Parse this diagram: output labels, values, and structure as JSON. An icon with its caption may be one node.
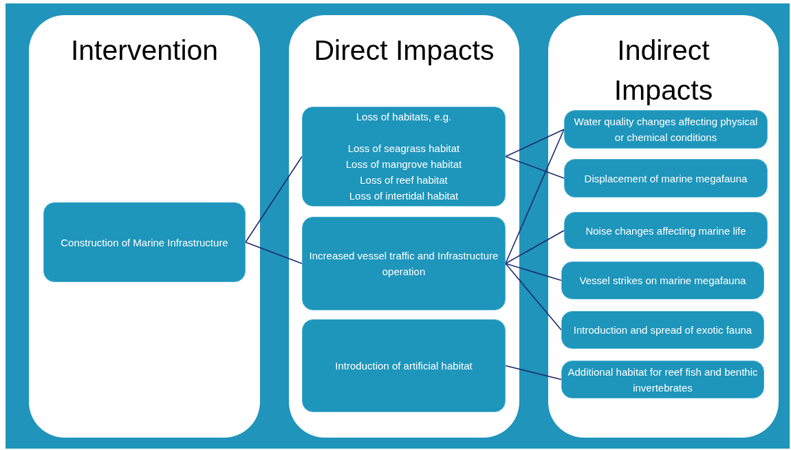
{
  "diagram": {
    "nodes": [
      {
        "text": [
          "Intervention"
        ]
      },
      {
        "text": [
          "Direct Impacts"
        ]
      },
      {
        "text": [
          "Indirect Impacts"
        ]
      },
      {
        "text": [
          "Construction of Marine Infrastructure"
        ],
        "in": 0
      },
      {
        "text": [
          "Loss of habitats, e.g.",
          "Loss of seagrass habitat",
          "Loss of mangrove habitat",
          "Loss of reef habitat",
          "Loss of intertidal habitat"
        ],
        "in": 1
      },
      {
        "text": [
          "Increased vessel traffic and Infrastructure operation"
        ],
        "in": 1
      },
      {
        "text": [
          "Introduction of artificial habitat"
        ],
        "in": 1
      },
      {
        "text": [
          "Water quality changes affecting physical or chemical conditions"
        ],
        "in": 2
      },
      {
        "text": [
          "Displacement of marine megafauna"
        ],
        "in": 2
      },
      {
        "text": [
          "Noise changes affecting marine life"
        ],
        "in": 2
      },
      {
        "text": [
          "Vessel strikes on marine megafauna"
        ],
        "in": 2
      },
      {
        "text": [
          "Introduction and spread of exotic fauna"
        ],
        "in": 2
      },
      {
        "text": [
          "Additional habitat for reef fish and benthic invertebrates"
        ],
        "in": 2
      }
    ],
    "edges": [
      {
        "from": 3,
        "to": 4,
        "arrow": "none"
      },
      {
        "from": 3,
        "to": 5,
        "arrow": "none"
      },
      {
        "from": 4,
        "to": 7,
        "arrow": "none"
      },
      {
        "from": 4,
        "to": 8,
        "arrow": "none"
      },
      {
        "from": 5,
        "to": 7,
        "arrow": "none"
      },
      {
        "from": 5,
        "to": 9,
        "arrow": "none"
      },
      {
        "from": 5,
        "to": 10,
        "arrow": "none"
      },
      {
        "from": 5,
        "to": 11,
        "arrow": "none"
      },
      {
        "from": 6,
        "to": 12,
        "arrow": "none"
      }
    ]
  }
}
